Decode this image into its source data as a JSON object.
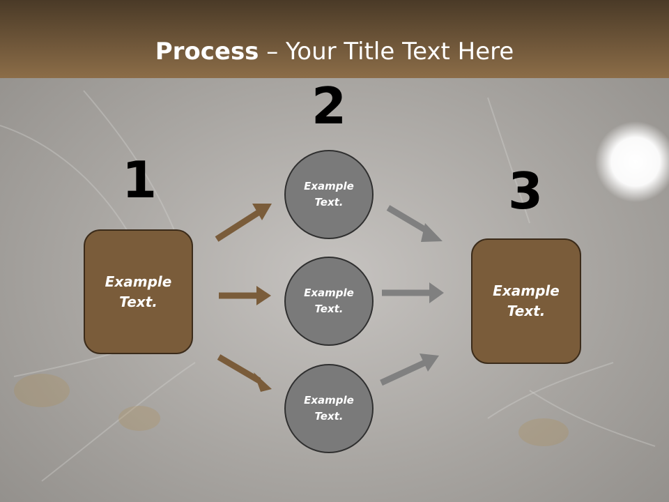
{
  "slide": {
    "title_bold": "Process",
    "title_rest": " – Your Title Text Here"
  },
  "steps": {
    "one": "1",
    "two": "2",
    "three": "3"
  },
  "nodes": {
    "left_box": "Example\nText.",
    "top_circle": "Example\nText.",
    "middle_circle": "Example\nText.",
    "bottom_circle": "Example\nText.",
    "right_box": "Example\nText."
  },
  "colors": {
    "brown": "#7a5c3a",
    "gray": "#7a7a7a",
    "arrow_brown": "#7a5c3a",
    "arrow_gray": "#808080"
  }
}
